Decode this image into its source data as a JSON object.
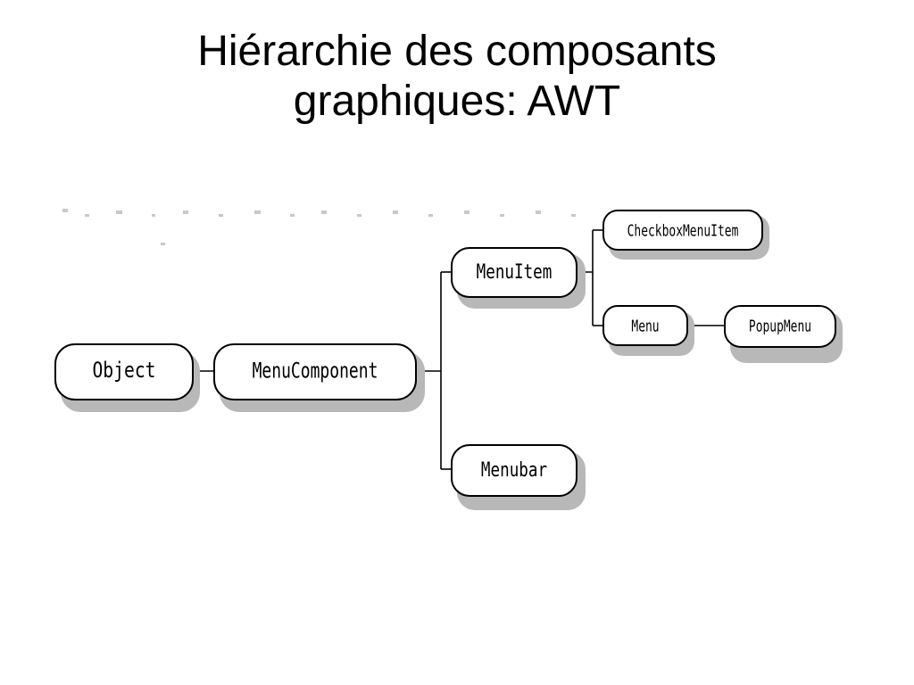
{
  "title": {
    "line1": "Hiérarchie des composants",
    "line2": "graphiques: AWT"
  },
  "nodes": {
    "object": "Object",
    "menu_component": "MenuComponent",
    "menu_item": "MenuItem",
    "checkbox_menu_item": "CheckboxMenuItem",
    "menu": "Menu",
    "popup_menu": "PopupMenu",
    "menubar": "Menubar"
  },
  "colors": {
    "stroke": "#000000",
    "shadow": "#b8b8b8",
    "background": "#ffffff"
  }
}
